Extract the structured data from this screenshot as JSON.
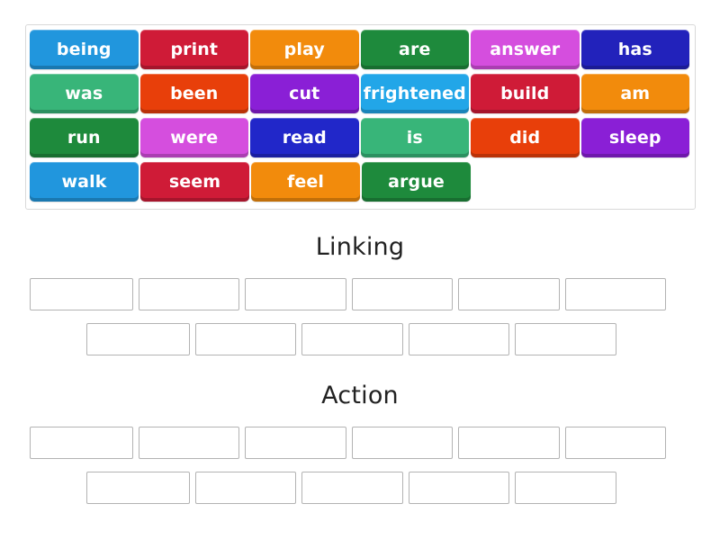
{
  "word_bank": {
    "name": "word-bank",
    "rows": [
      [
        {
          "label": "being",
          "color": "#2196dd"
        },
        {
          "label": "print",
          "color": "#cf1b37"
        },
        {
          "label": "play",
          "color": "#f28b0c"
        },
        {
          "label": "are",
          "color": "#1e8a3c"
        },
        {
          "label": "answer",
          "color": "#d54ede"
        },
        {
          "label": "has",
          "color": "#2222bb"
        }
      ],
      [
        {
          "label": "was",
          "color": "#38b579"
        },
        {
          "label": "been",
          "color": "#e83f0a"
        },
        {
          "label": "cut",
          "color": "#8a1fd6"
        },
        {
          "label": "frightened",
          "color": "#22a6e8"
        },
        {
          "label": "build",
          "color": "#cf1b37"
        },
        {
          "label": "am",
          "color": "#f28b0c"
        }
      ],
      [
        {
          "label": "run",
          "color": "#1e8a3c"
        },
        {
          "label": "were",
          "color": "#d54ede"
        },
        {
          "label": "read",
          "color": "#2127c9"
        },
        {
          "label": "is",
          "color": "#38b579"
        },
        {
          "label": "did",
          "color": "#e83f0a"
        },
        {
          "label": "sleep",
          "color": "#8a1fd6"
        }
      ],
      [
        {
          "label": "walk",
          "color": "#2196dd"
        },
        {
          "label": "seem",
          "color": "#cf1b37"
        },
        {
          "label": "feel",
          "color": "#f28b0c"
        },
        {
          "label": "argue",
          "color": "#1e8a3c"
        }
      ]
    ]
  },
  "categories": [
    {
      "id": "linking",
      "title": "Linking",
      "slot_rows": [
        {
          "count": 6,
          "values": [
            "",
            "",
            "",
            "",
            "",
            ""
          ]
        },
        {
          "count": 5,
          "values": [
            "",
            "",
            "",
            "",
            ""
          ]
        }
      ]
    },
    {
      "id": "action",
      "title": "Action",
      "slot_rows": [
        {
          "count": 6,
          "values": [
            "",
            "",
            "",
            "",
            "",
            ""
          ]
        },
        {
          "count": 5,
          "values": [
            "",
            "",
            "",
            "",
            ""
          ]
        }
      ]
    }
  ],
  "colors": {
    "background": "#ffffff",
    "container_border": "#d9d9d9",
    "slot_border": "#b3b3b3",
    "heading_text": "#222222",
    "tile_text": "#ffffff"
  }
}
